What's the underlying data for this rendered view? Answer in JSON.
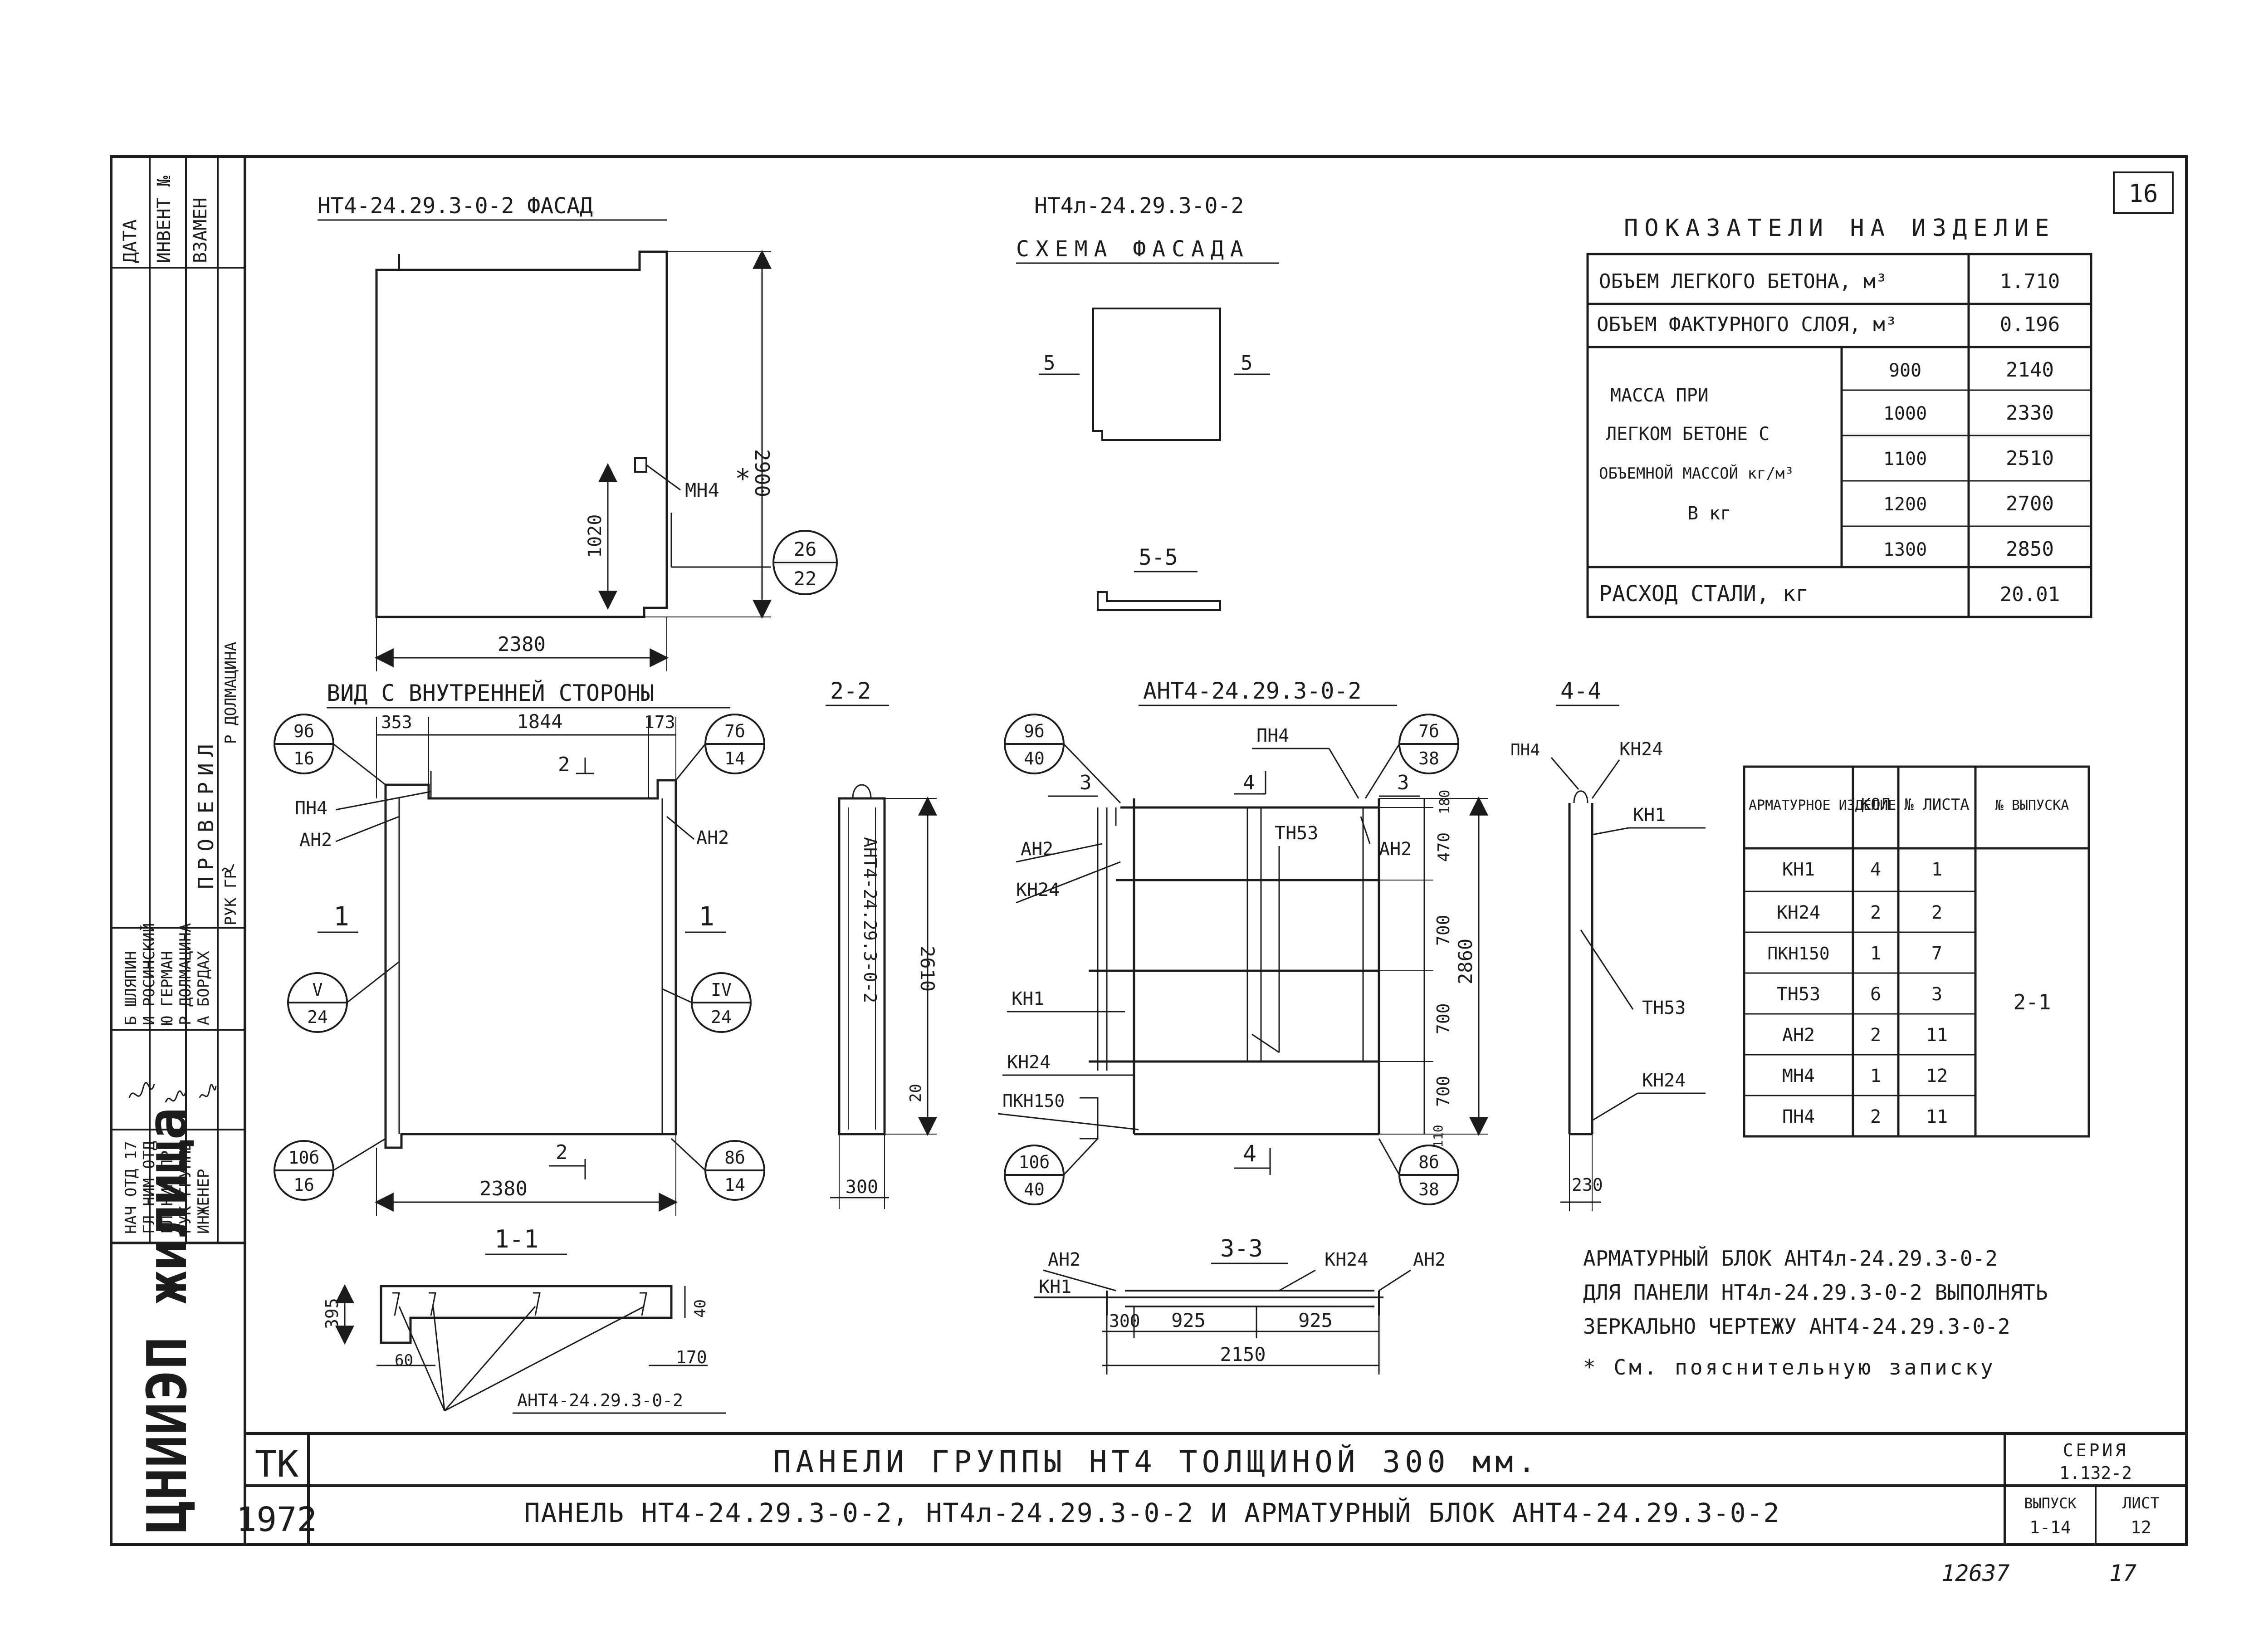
{
  "page_number": "16",
  "footer_handwritten": {
    "number": "12637",
    "sheet": "17"
  },
  "stamps": {
    "org_vertical": "ЦНИИЭП жилища",
    "tk": "ТК",
    "year": "1972"
  },
  "left_block": {
    "headers": [
      "ДАТА",
      "ИНВЕНТ №",
      "ВЗАМЕН"
    ],
    "verified": "ПРОВЕРИЛ",
    "roles": [
      "НАЧ ОТД 17",
      "ГЛ НИМ ОТД",
      "ГЛ НИМ ПР",
      "РУК ГРУППЫ",
      "ИНЖЕНЕР",
      "РУК ГР"
    ],
    "names": [
      "Б ШЛЯПИН",
      "И РОСИНСКИЙ",
      "Ю ГЕРМАН",
      "Р ДОЛМАЦИНА",
      "А БОРДАХ",
      "Р ДОЛМАЦИНА"
    ]
  },
  "facade": {
    "title": "НТ4-24.29.3-0-2 ФАСАД",
    "dim_height": "2900",
    "dim_1020": "1020",
    "dim_width": "2380",
    "label_mn4": "МН4",
    "asterisk": "*",
    "callout": {
      "top": "26",
      "bottom": "22"
    }
  },
  "scheme": {
    "title1": "НТ4л-24.29.3-0-2",
    "title2": "СХЕМА ФАСАДА",
    "sec_left": "5",
    "sec_right": "5",
    "sec_title": "5-5"
  },
  "indicators": {
    "title": "ПОКАЗАТЕЛИ НА ИЗДЕЛИЕ",
    "row_volume_light": {
      "label": "ОБЪЕМ ЛЕГКОГО БЕТОНА, м³",
      "value": "1.710"
    },
    "row_volume_face": {
      "label": "ОБЪЕМ ФАКТУРНОГО СЛОЯ, м³",
      "value": "0.196"
    },
    "mass_label": [
      "МАССА ПРИ",
      "ЛЕГКОМ БЕТОНЕ С",
      "ОБЪЕМНОЙ МАССОЙ кг/м³",
      "В кг"
    ],
    "mass_rows": [
      {
        "density": "900",
        "mass": "2140"
      },
      {
        "density": "1000",
        "mass": "2330"
      },
      {
        "density": "1100",
        "mass": "2510"
      },
      {
        "density": "1200",
        "mass": "2700"
      },
      {
        "density": "1300",
        "mass": "2850"
      }
    ],
    "row_steel": {
      "label": "РАСХОД СТАЛИ, кг",
      "value": "20.01"
    }
  },
  "inner_view": {
    "title": "ВИД С ВНУТРЕННЕЙ СТОРОНЫ",
    "dims_top": [
      "353",
      "1844",
      "173"
    ],
    "dim_bottom": "2380",
    "labels": {
      "pn4": "ПН4",
      "an2_left": "АН2",
      "an2_right": "АН2"
    },
    "sec1_left": "1",
    "sec1_right": "1",
    "sec2_top": "2",
    "sec2_bottom": "2",
    "callouts": [
      {
        "top": "9б",
        "bottom": "16"
      },
      {
        "top": "7б",
        "bottom": "14"
      },
      {
        "top": "V",
        "bottom": "24"
      },
      {
        "top": "IV",
        "bottom": "24"
      },
      {
        "top": "10б",
        "bottom": "16"
      },
      {
        "top": "8б",
        "bottom": "14"
      }
    ]
  },
  "section_22": {
    "title": "2-2",
    "vertical_text": "АНТ4-24.29.3-0-2",
    "dim_2610": "2610",
    "dim_20": "20",
    "dim_300": "300"
  },
  "section_11": {
    "title": "1-1",
    "dim_395": "395",
    "dim_40": "40",
    "dim_60": "60",
    "dim_170": "170",
    "label": "АНТ4-24.29.3-0-2"
  },
  "rebar_block": {
    "title": "АНТ4-24.29.3-0-2",
    "labels": {
      "pn4": "ПН4",
      "an2_left": "АН2",
      "an2_right": "АН2",
      "kn24_top": "КН24",
      "tn53": "ТН53",
      "kn1": "КН1",
      "kn24_bottom": "КН24",
      "pkn150": "ПКН150"
    },
    "dims_right": [
      "180",
      "470",
      "700",
      "700",
      "700",
      "110"
    ],
    "dim_total": "2860",
    "sec3_left": "3",
    "sec3_right": "3",
    "sec4_top": "4",
    "sec4_bottom": "4",
    "callouts": [
      {
        "top": "9б",
        "bottom": "40"
      },
      {
        "top": "7б",
        "bottom": "38"
      },
      {
        "top": "10б",
        "bottom": "40"
      },
      {
        "top": "8б",
        "bottom": "38"
      }
    ]
  },
  "section_44": {
    "title": "4-4",
    "labels": {
      "pn4": "ПН4",
      "kn24_top": "КН24",
      "kn1": "КН1",
      "tn53": "ТН53",
      "kn24_bottom": "КН24"
    },
    "dim_230": "230"
  },
  "section_33": {
    "title": "3-3",
    "labels": {
      "an2_left": "АН2",
      "kn1": "КН1",
      "kn24": "КН24",
      "an2_right": "АН2"
    },
    "dims": [
      "300",
      "925",
      "925"
    ],
    "dim_total": "2150"
  },
  "spec_table": {
    "headers": [
      "АРМАТУРНОЕ ИЗДЕЛИЕ",
      "КОЛ",
      "№ ЛИСТА",
      "№ ВЫПУСКА"
    ],
    "rows": [
      {
        "item": "КН1",
        "qty": "4",
        "sheet": "1"
      },
      {
        "item": "КН24",
        "qty": "2",
        "sheet": "2"
      },
      {
        "item": "ПКН150",
        "qty": "1",
        "sheet": "7"
      },
      {
        "item": "ТН53",
        "qty": "6",
        "sheet": "3"
      },
      {
        "item": "АН2",
        "qty": "2",
        "sheet": "11"
      },
      {
        "item": "МН4",
        "qty": "1",
        "sheet": "12"
      },
      {
        "item": "ПН4",
        "qty": "2",
        "sheet": "11"
      }
    ],
    "issue": "2-1"
  },
  "notes": {
    "line1": "АРМАТУРНЫЙ БЛОК АНТ4л-24.29.3-0-2",
    "line2": "ДЛЯ ПАНЕЛИ НТ4л-24.29.3-0-2 ВЫПОЛНЯТЬ",
    "line3": "ЗЕРКАЛЬНО ЧЕРТЕЖУ АНТ4-24.29.3-0-2",
    "footnote": "* См. пояснительную записку"
  },
  "title_block": {
    "line1": "ПАНЕЛИ ГРУППЫ НТ4 ТОЛЩИНОЙ 300 мм.",
    "line2": "ПАНЕЛЬ НТ4-24.29.3-0-2, НТ4л-24.29.3-0-2 И АРМАТУРНЫЙ БЛОК АНТ4-24.29.3-0-2",
    "series_label": "СЕРИЯ",
    "series_value": "1.132-2",
    "issue_label": "ВЫПУСК",
    "issue_value": "1-14",
    "sheet_label": "ЛИСТ",
    "sheet_value": "12"
  }
}
